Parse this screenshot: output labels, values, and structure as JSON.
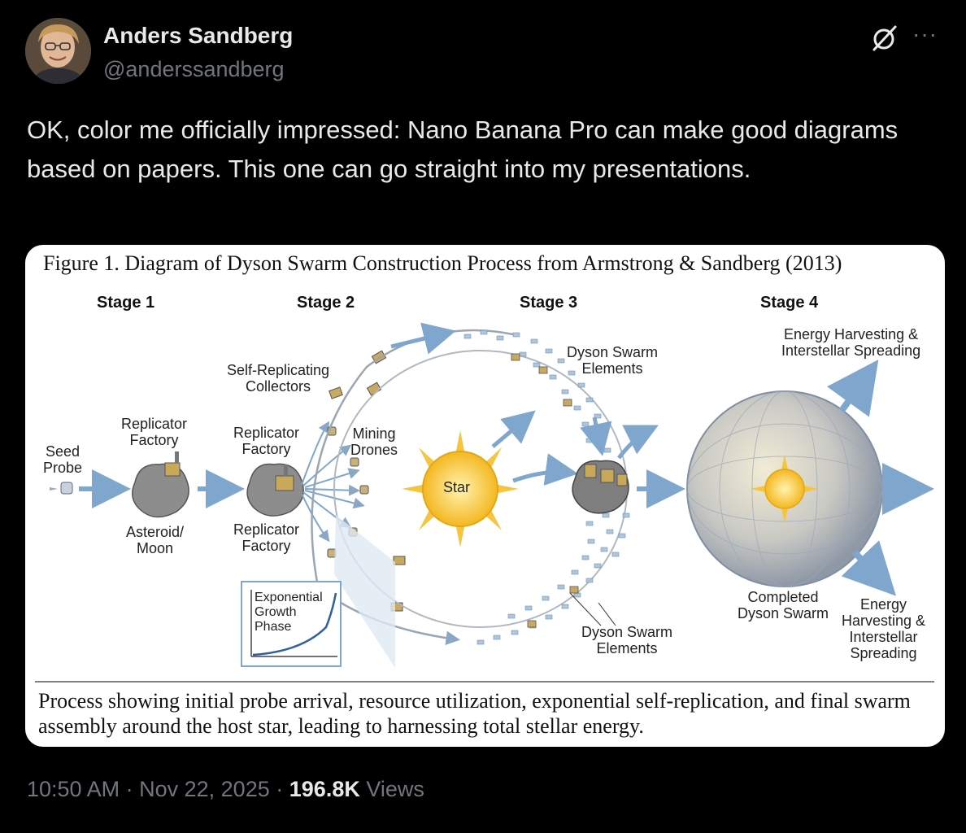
{
  "author": {
    "name": "Anders Sandberg",
    "handle": "@anderssandberg"
  },
  "tweet": {
    "text": "OK, color me officially impressed: Nano Banana Pro can make good diagrams based on papers. This one can go straight into my presentations."
  },
  "figure": {
    "title": "Figure 1. Diagram of Dyson Swarm Construction Process from Armstrong & Sandberg (2013)",
    "stages": [
      "Stage 1",
      "Stage 2",
      "Stage 3",
      "Stage 4"
    ],
    "labels": {
      "seed_probe": "Seed\nProbe",
      "replicator_factory_1": "Replicator\nFactory",
      "asteroid_moon": "Asteroid/\nMoon",
      "self_replicating_collectors": "Self-Replicating\nCollectors",
      "replicator_factory_2": "Replicator\nFactory",
      "replicator_factory_3": "Replicator\nFactory",
      "mining_drones": "Mining\nDrones",
      "star": "Star",
      "dyson_swarm_elements_top": "Dyson Swarm\nElements",
      "dyson_swarm_elements_bottom": "Dyson Swarm\nElements",
      "exponential_growth_phase": "Exponential\nGrowth\nPhase",
      "energy_harvesting_top": "Energy Harvesting &\nInterstellar Spreading",
      "completed_dyson_swarm": "Completed\nDyson Swarm",
      "energy_harvesting_bottom": "Energy\nHarvesting &\nInterstellar\nSpreading"
    },
    "caption": "Process showing initial probe arrival, resource utilization, exponential self-replication, and final swarm assembly around the host star, leading to harnessing total stellar energy."
  },
  "meta": {
    "time": "10:50 AM",
    "separator": "·",
    "date": "Nov 22, 2025",
    "views_count": "196.8K",
    "views_label": "Views"
  },
  "icons": {
    "grok": "grok-icon",
    "more": "more-icon"
  },
  "colors": {
    "background": "#000000",
    "text_primary": "#e7e9ea",
    "text_secondary": "#71767b",
    "arrow_blue": "#7fa6cc",
    "star_yellow": "#f7c83a"
  }
}
